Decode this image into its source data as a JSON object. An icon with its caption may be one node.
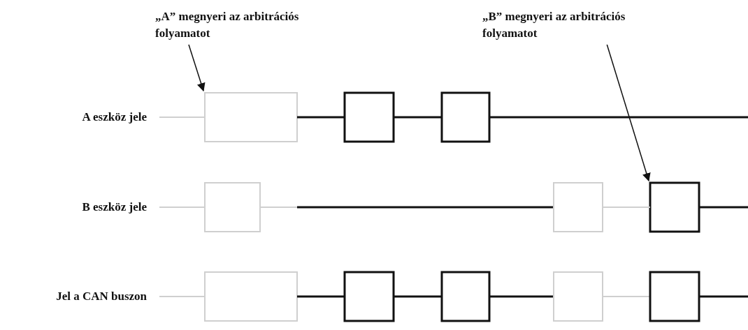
{
  "diagram": {
    "nodes": [
      {
        "text": [
          "„A” megnyeri az arbitrációs folyamatot"
        ]
      },
      {
        "text": [
          "„B” megnyeri az arbitrációs folyamatot"
        ]
      },
      {
        "text": [],
        "shape": "box"
      },
      {
        "text": [],
        "shape": "box"
      }
    ],
    "edges": [
      {
        "from": 0,
        "to": 2,
        "arrow": "to"
      },
      {
        "from": 1,
        "to": 3,
        "arrow": "to"
      }
    ],
    "labels": [
      "A eszköz jele",
      "B eszköz jele",
      "Jel a CAN buszon"
    ]
  }
}
